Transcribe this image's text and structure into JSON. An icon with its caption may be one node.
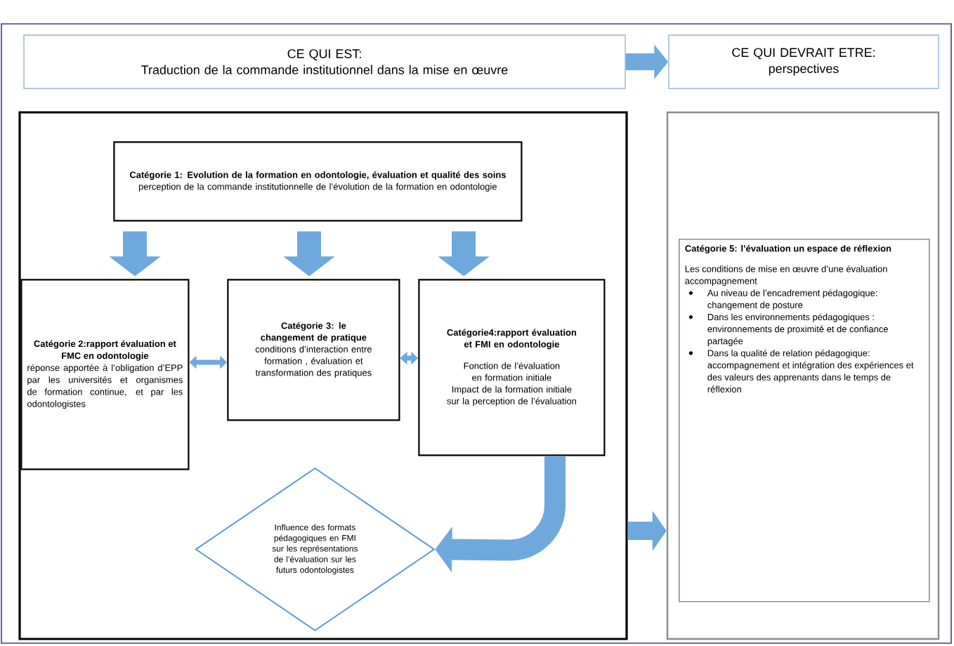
{
  "diagram": {
    "nodes": [
      {
        "text": [
          "CE QUI EST:",
          "Traduction de la commande institutionnel dans la mise en œuvre"
        ]
      },
      {
        "text": [
          "CE QUI DEVRAIT ETRE:",
          "perspectives"
        ]
      },
      {
        "text": [],
        "shape": "box"
      },
      {
        "text": [
          "Catégorie 1: Evolution de la formation en odontologie, évaluation et qualité des soins",
          "perception de la commande institutionnelle de l’évolution de la formation en odontologie"
        ],
        "in": 2
      },
      {
        "text": [
          "Catégorie 2:rapport évaluation et FMC en odontologie",
          "réponse apportée à l’obligation d’EPP par les universités et organismes de formation continue, et par les odontologistes"
        ],
        "in": 2
      },
      {
        "text": [
          "Catégorie 3: le changement de pratique",
          "conditions d’interaction entre formation , évaluation et transformation des pratiques"
        ],
        "in": 2
      },
      {
        "text": [
          "Catégorie4:rapport évaluation et FMI en odontologie",
          "Fonction de l’évaluation en formation initiale",
          "Impact de la formation initiale sur la perception de l’évaluation"
        ],
        "in": 2
      },
      {
        "text": [
          "Influence des formats pédagogiques en FMI sur les représentations de l’évaluation sur les futurs odontologistes"
        ],
        "in": 2
      },
      {
        "text": [],
        "shape": "box"
      },
      {
        "text": [
          "Catégorie 5: l’évaluation un espace de réflexion",
          "Les conditions de mise en œuvre d’une évaluation accompagnement",
          "Au niveau de l’encadrement pédagogique: changement de posture",
          "Dans les environnements pédagogiques : environnements de proximité et de confiance partagée",
          "Dans la qualité de relation pédagogique: accompagnement et intégration des expériences et des valeurs des apprenants dans le temps de réflexion"
        ],
        "in": 8
      }
    ],
    "edges": [
      {
        "from": 0,
        "to": 1,
        "arrow": "to"
      },
      {
        "from": 3,
        "to": 4,
        "arrow": "to"
      },
      {
        "from": 3,
        "to": 5,
        "arrow": "to"
      },
      {
        "from": 3,
        "to": 6,
        "arrow": "to"
      },
      {
        "from": 4,
        "to": 5,
        "arrow": "both"
      },
      {
        "from": 5,
        "to": 6,
        "arrow": "both"
      },
      {
        "from": 6,
        "to": 7,
        "arrow": "to"
      },
      {
        "from": 2,
        "to": 8,
        "arrow": "to"
      }
    ]
  }
}
